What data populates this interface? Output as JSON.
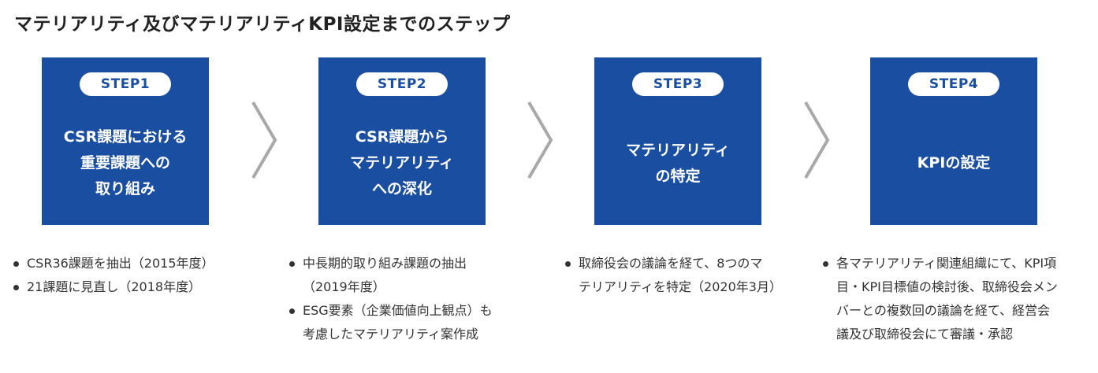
{
  "page": {
    "title": "マテリアリティ及びマテリアリティKPI設定までのステップ"
  },
  "colors": {
    "accent": "#1a4ea0",
    "chevron": "#a8a8a8",
    "text": "#333333"
  },
  "arrow_icon": "chevron-right-icon",
  "steps": [
    {
      "label": "STEP1",
      "title_lines": [
        "CSR課題における",
        "重要課題への",
        "取り組み"
      ],
      "notes": [
        {
          "lines": [
            "CSR36課題を抽出（2015年度）"
          ]
        },
        {
          "lines": [
            "21課題に見直し（2018年度）"
          ]
        }
      ]
    },
    {
      "label": "STEP2",
      "title_lines": [
        "CSR課題から",
        "マテリアリティ",
        "への深化"
      ],
      "notes": [
        {
          "lines": [
            "中長期的取り組み課題の抽出",
            "（2019年度）"
          ]
        },
        {
          "lines": [
            "ESG要素（企業価値向上観点）も",
            "考慮したマテリアリティ案作成"
          ]
        }
      ]
    },
    {
      "label": "STEP3",
      "title_lines": [
        "マテリアリティ",
        "の特定"
      ],
      "notes": [
        {
          "lines": [
            "取締役会の議論を経て、8つのマ",
            "テリアリティを特定（2020年3月）"
          ]
        }
      ]
    },
    {
      "label": "STEP4",
      "title_lines": [
        "KPIの設定"
      ],
      "notes": [
        {
          "lines": [
            "各マテリアリティ関連組織にて、KPI項",
            "目・KPI目標値の検討後、取締役会メン",
            "バーとの複数回の議論を経て、経営会",
            "議及び取締役会にて審議・承認"
          ]
        }
      ]
    }
  ]
}
